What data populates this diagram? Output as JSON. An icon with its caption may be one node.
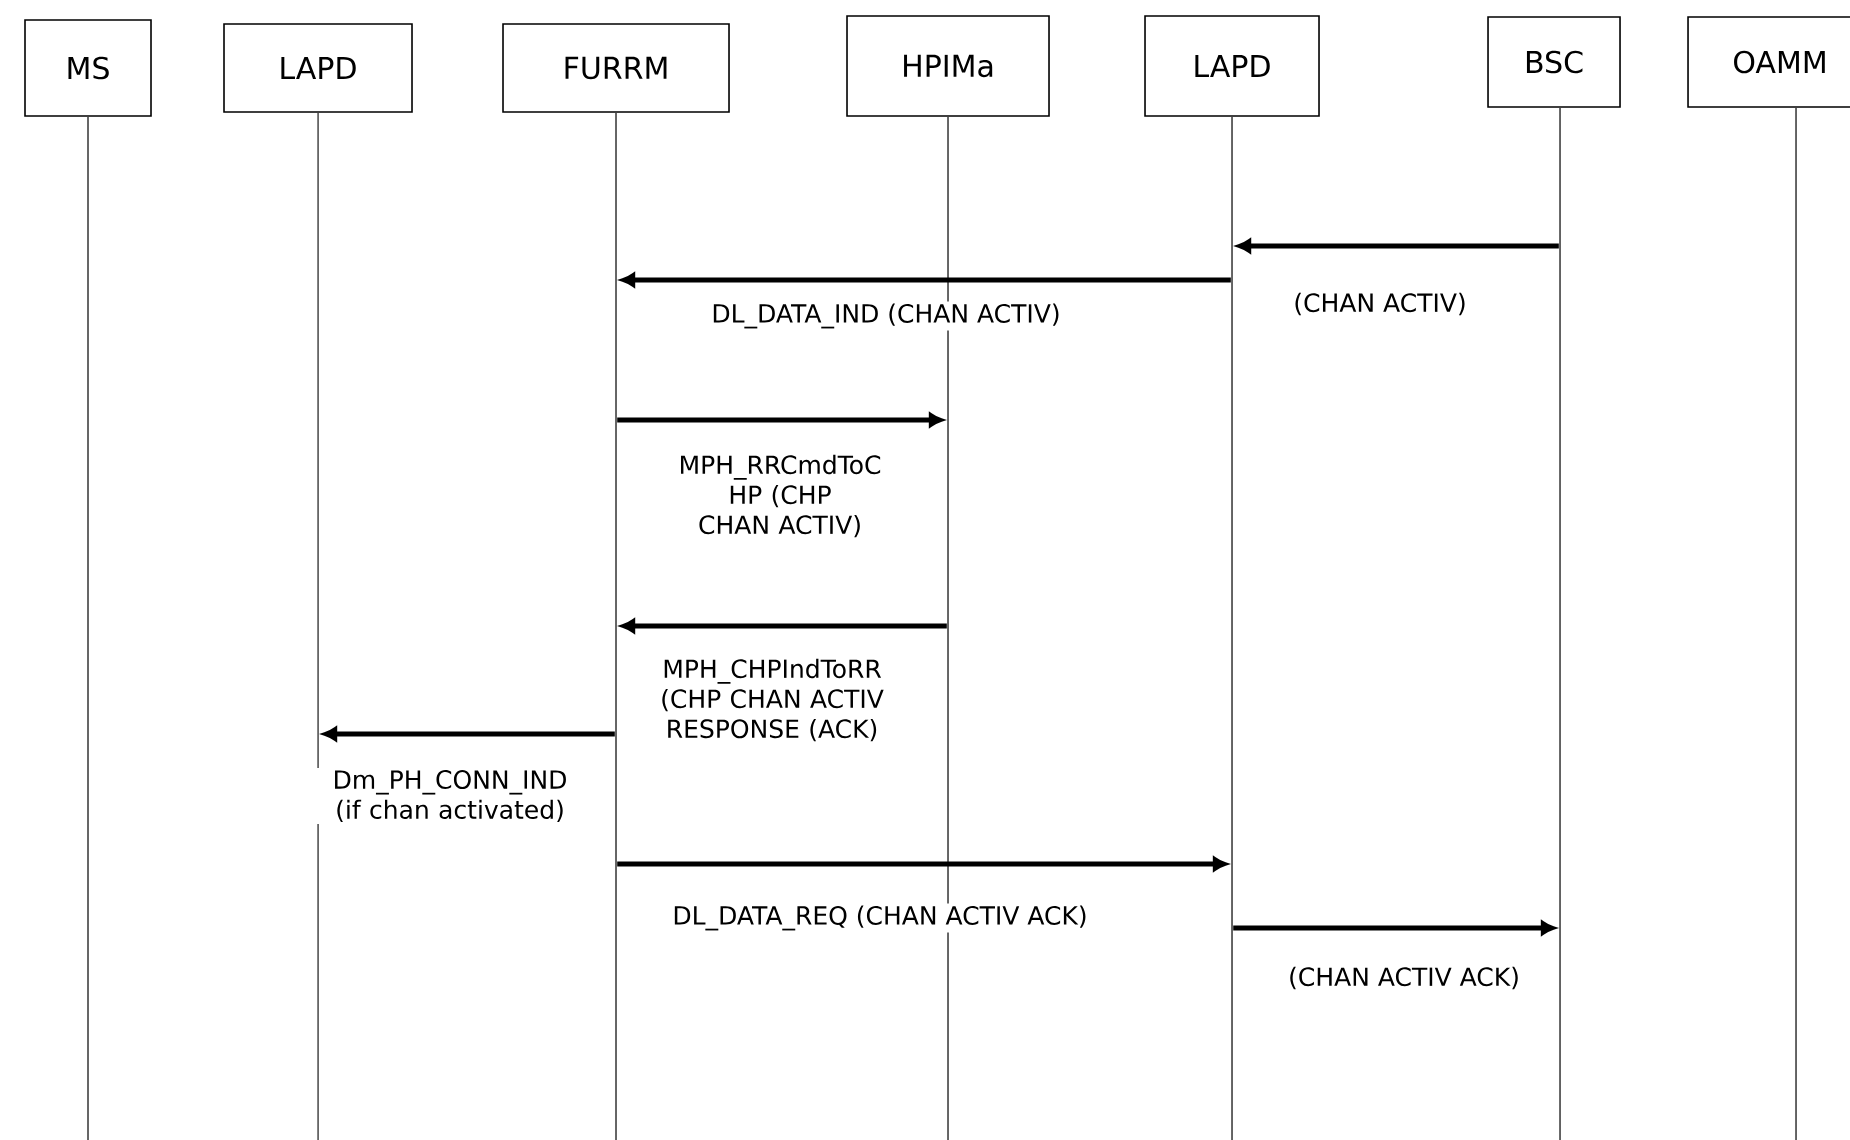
{
  "diagram": {
    "nodes": [
      {
        "text": [
          "MS"
        ]
      },
      {
        "text": [
          "LAPD"
        ]
      },
      {
        "text": [
          "FURRM"
        ]
      },
      {
        "text": [
          "HPIMa"
        ]
      },
      {
        "text": [
          "LAPD"
        ]
      },
      {
        "text": [
          "BSC"
        ]
      },
      {
        "text": [
          "OAMM"
        ]
      },
      {
        "text": [],
        "shape": "line"
      },
      {
        "text": [],
        "shape": "line"
      },
      {
        "text": [],
        "shape": "line"
      },
      {
        "text": [],
        "shape": "line"
      },
      {
        "text": [],
        "shape": "line"
      },
      {
        "text": [],
        "shape": "line"
      },
      {
        "text": [],
        "shape": "line"
      }
    ],
    "edges": [
      {
        "from": 12,
        "to": 11,
        "arrow": "to",
        "label": "(CHAN ACTIV)"
      },
      {
        "from": 11,
        "to": 9,
        "arrow": "to",
        "label": "DL_DATA_IND (CHAN ACTIV)"
      },
      {
        "from": 9,
        "to": 10,
        "arrow": "to",
        "label": "MPH_RRCmdToC HP (CHP CHAN ACTIV)"
      },
      {
        "from": 10,
        "to": 9,
        "arrow": "to",
        "label": "MPH_CHPIndToRR (CHP CHAN ACTIV RESPONSE (ACK)"
      },
      {
        "from": 9,
        "to": 8,
        "arrow": "to",
        "label": "Dm_PH_CONN_IND (if chan activated)"
      },
      {
        "from": 9,
        "to": 11,
        "arrow": "to",
        "label": "DL_DATA_REQ (CHAN ACTIV ACK)"
      },
      {
        "from": 11,
        "to": 12,
        "arrow": "to",
        "label": "(CHAN ACTIV ACK)"
      }
    ]
  }
}
